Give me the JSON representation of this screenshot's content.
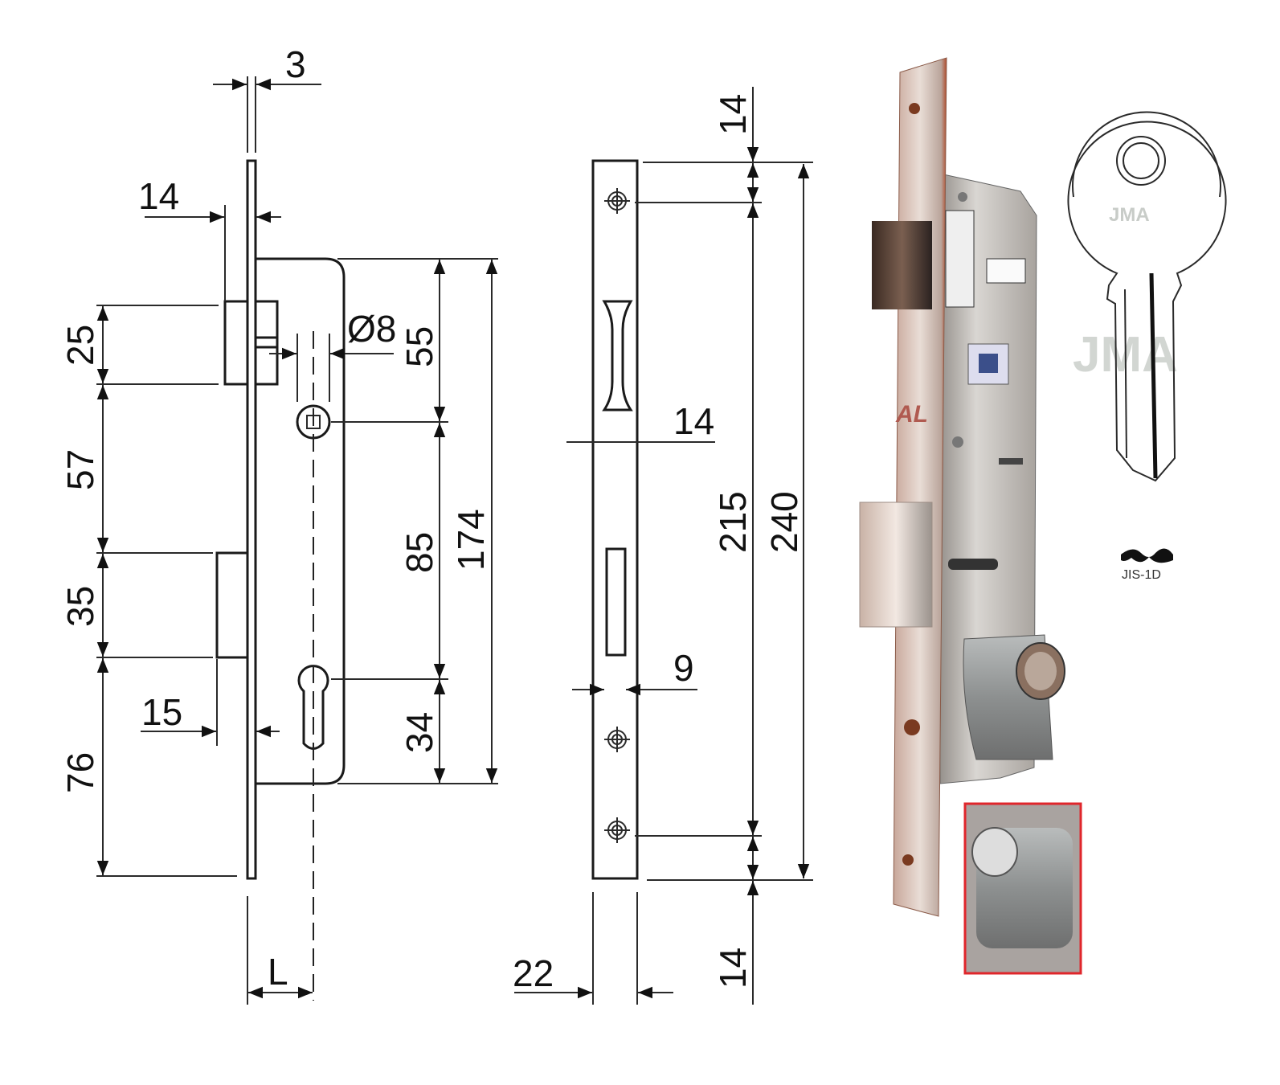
{
  "title": "Mortise lock technical drawing",
  "left_view": {
    "dims": {
      "faceplate_thickness": "3",
      "latch_offset": "14",
      "latch_height": "25",
      "latch_to_bolt": "57",
      "bolt_height": "35",
      "bolt_projection": "15",
      "bottom": "76",
      "backset": "L",
      "spindle_diameter": "Ø8",
      "top_to_spindle": "55",
      "spindle_to_cylinder": "85",
      "cylinder_to_bottom": "34",
      "case_height": "174"
    }
  },
  "strike_view": {
    "dims": {
      "center_14": "14",
      "width_9": "9",
      "width_22": "22",
      "top_14": "14",
      "screw_spacing": "215",
      "total_length": "240",
      "bottom_14": "14"
    }
  },
  "photo": {
    "brand_mark": "AL"
  },
  "key": {
    "brand": "JMA",
    "model": "JIS-1D"
  },
  "colors": {
    "inset_frame": "#e0262b",
    "line": "#1a1a1a"
  }
}
